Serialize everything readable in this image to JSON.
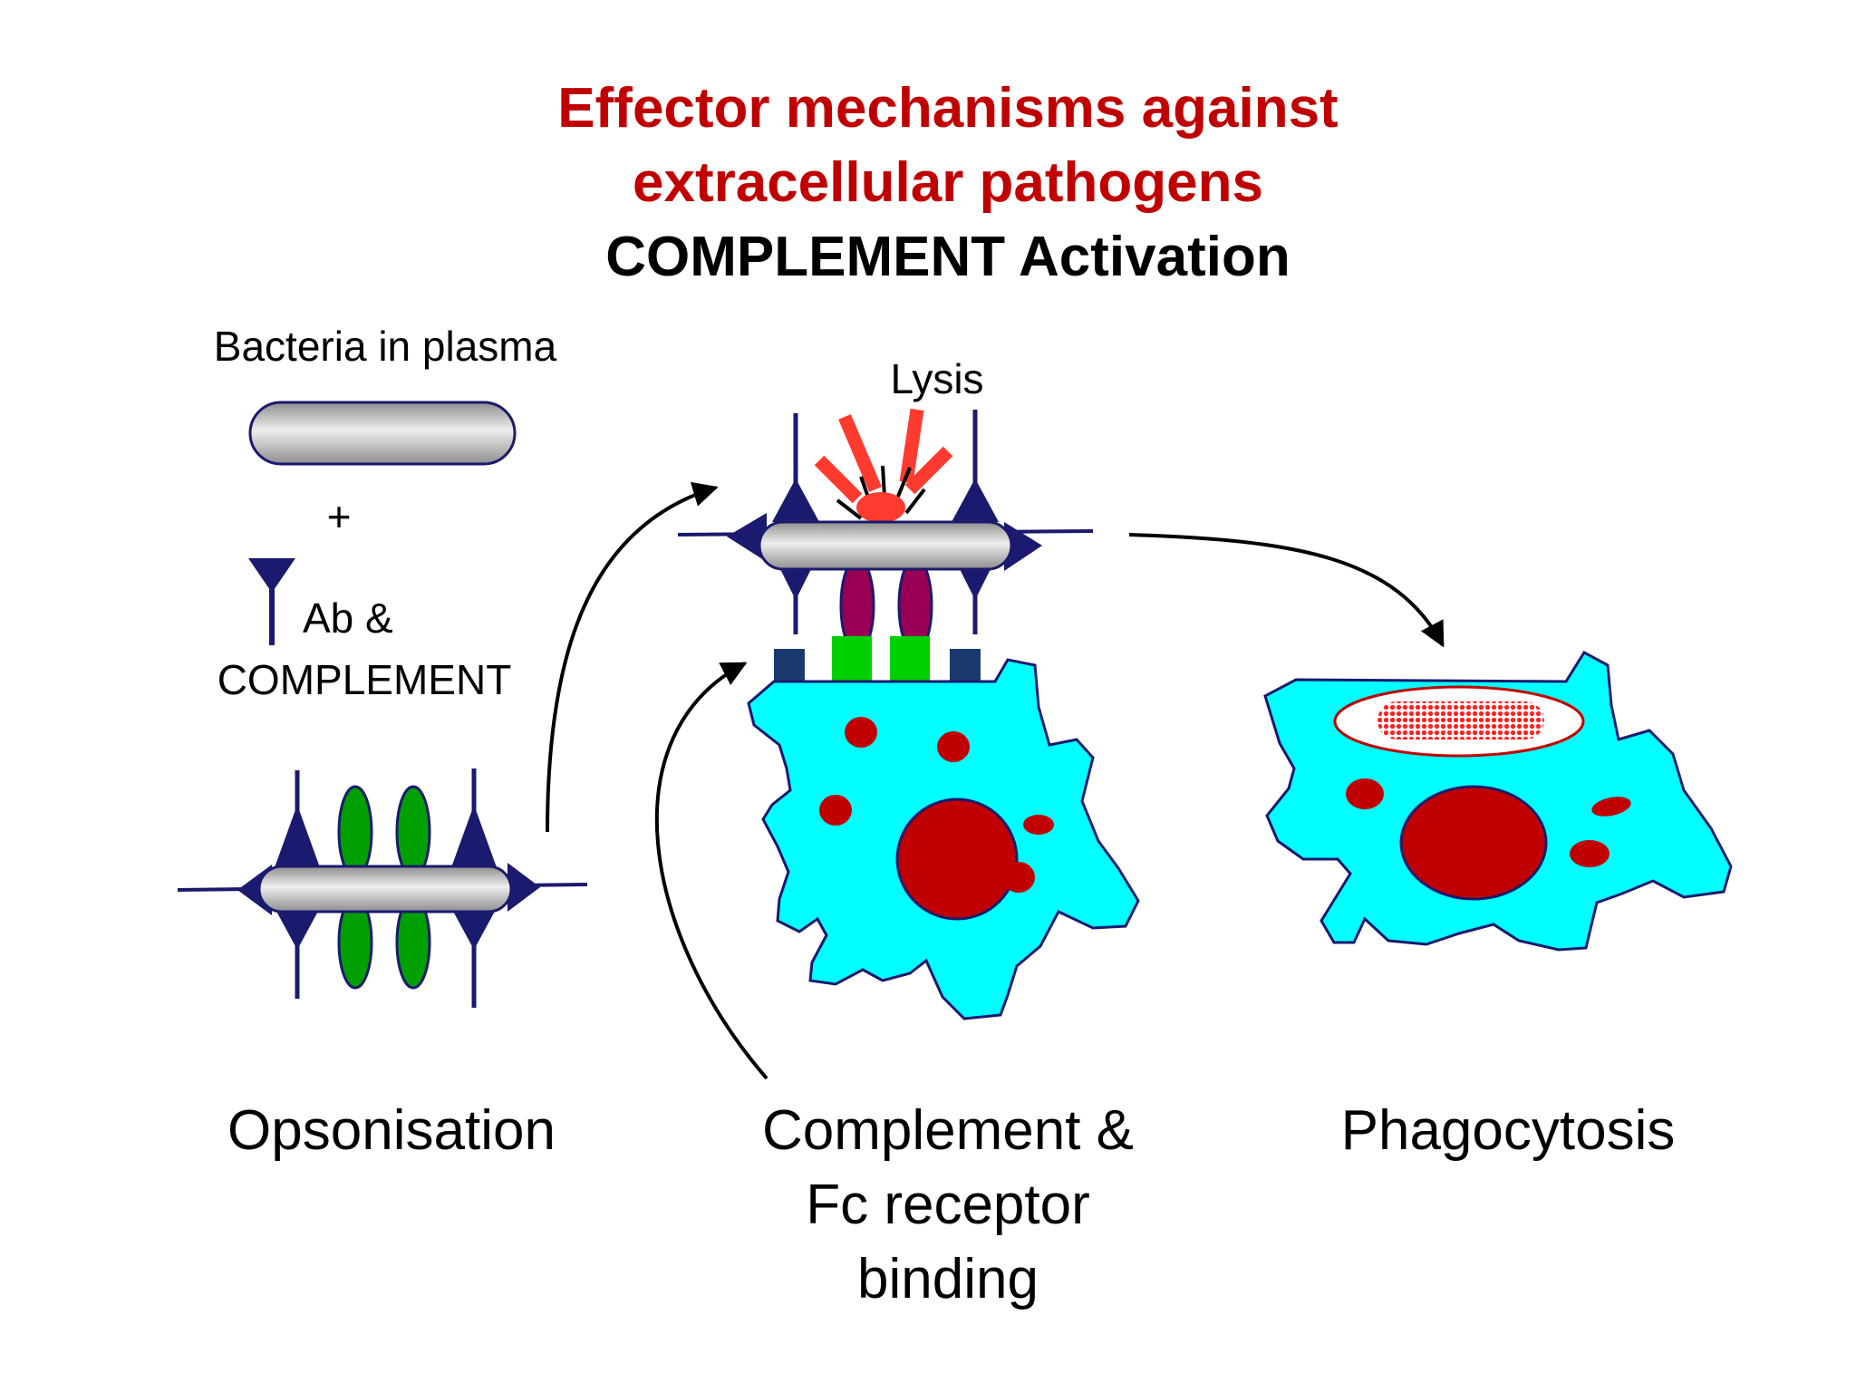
{
  "title": {
    "line1": "Effector mechanisms against",
    "line2": "extracellular pathogens",
    "line3": "COMPLEMENT Activation"
  },
  "labels": {
    "bacteria": "Bacteria in plasma",
    "plus": "+",
    "ab": "Ab &",
    "complement": "COMPLEMENT",
    "lysis": "Lysis",
    "opsonisation": "Opsonisation",
    "receptor_line1": "Complement &",
    "receptor_line2": "Fc receptor",
    "receptor_line3": "binding",
    "phagocytosis": "Phagocytosis"
  },
  "colors": {
    "title_red": "#c00000",
    "antibody": "#1a1a6e",
    "complement_green": "#00a000",
    "cell_cyan": "#00ffff",
    "nucleus_red": "#c00000",
    "lysis_orange": "#ff3b2f",
    "receptor_purple": "#990055",
    "receptor_green": "#00d000"
  }
}
